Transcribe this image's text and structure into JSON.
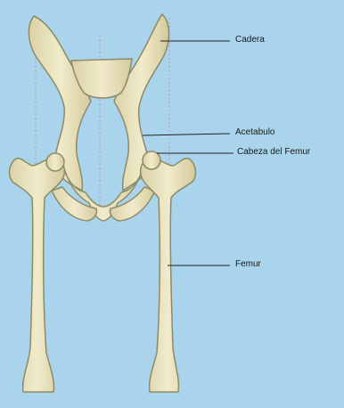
{
  "diagram": {
    "background_color": "#a9d4ec",
    "bone_color": "#ece5bf",
    "bone_outline_color": "#8e8a66",
    "labels": {
      "hip": "Cadera",
      "acetabulum": "Acetabulo",
      "femoral_head": "Cabeza del Femur",
      "femur": "Femur"
    }
  }
}
